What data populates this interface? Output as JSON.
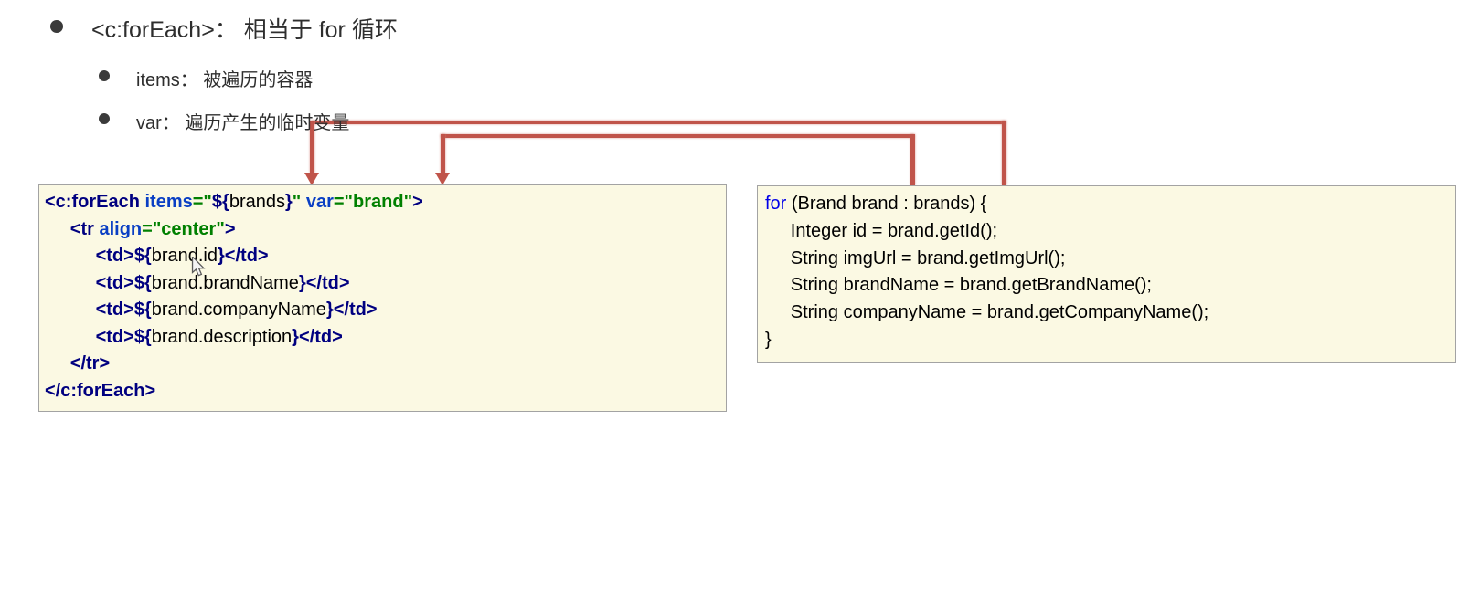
{
  "title": {
    "text": "<c:forEach>： 相当于 for 循环"
  },
  "bullets": [
    {
      "text": "items： 被遍历的容器"
    },
    {
      "text": "var： 遍历产生的临时变量"
    }
  ],
  "jsp_code": {
    "lines": [
      [
        {
          "t": "<c:forEach",
          "c": "tag"
        },
        {
          "t": " items",
          "c": "attr"
        },
        {
          "t": "=\"",
          "c": "val"
        },
        {
          "t": "${",
          "c": "el"
        },
        {
          "t": "brands",
          "c": "pl"
        },
        {
          "t": "}",
          "c": "el"
        },
        {
          "t": "\"",
          "c": "val"
        },
        {
          "t": " var",
          "c": "attr"
        },
        {
          "t": "=\"brand\"",
          "c": "val"
        },
        {
          "t": ">",
          "c": "tag"
        }
      ],
      [
        {
          "t": "     <tr",
          "c": "tag"
        },
        {
          "t": " align",
          "c": "attr"
        },
        {
          "t": "=\"center\"",
          "c": "val"
        },
        {
          "t": ">",
          "c": "tag"
        }
      ],
      [
        {
          "t": "          <td>",
          "c": "tag"
        },
        {
          "t": "${",
          "c": "el"
        },
        {
          "t": "brand.id",
          "c": "pl"
        },
        {
          "t": "}",
          "c": "el"
        },
        {
          "t": "</td>",
          "c": "tag"
        }
      ],
      [
        {
          "t": "          <td>",
          "c": "tag"
        },
        {
          "t": "${",
          "c": "el"
        },
        {
          "t": "brand.brandName",
          "c": "pl"
        },
        {
          "t": "}",
          "c": "el"
        },
        {
          "t": "</td>",
          "c": "tag"
        }
      ],
      [
        {
          "t": "          <td>",
          "c": "tag"
        },
        {
          "t": "${",
          "c": "el"
        },
        {
          "t": "brand.companyName",
          "c": "pl"
        },
        {
          "t": "}",
          "c": "el"
        },
        {
          "t": "</td>",
          "c": "tag"
        }
      ],
      [
        {
          "t": "          <td>",
          "c": "tag"
        },
        {
          "t": "${",
          "c": "el"
        },
        {
          "t": "brand.description",
          "c": "pl"
        },
        {
          "t": "}",
          "c": "el"
        },
        {
          "t": "</td>",
          "c": "tag"
        }
      ],
      [
        {
          "t": "     </tr>",
          "c": "tag"
        }
      ],
      [
        {
          "t": "</c:forEach>",
          "c": "tag"
        }
      ]
    ]
  },
  "java_code": {
    "lines": [
      [
        {
          "t": "for",
          "c": "kw"
        },
        {
          "t": " (Brand brand : brands) {",
          "c": "pl"
        }
      ],
      [
        {
          "t": "     Integer id = brand.getId();",
          "c": "pl"
        }
      ],
      [
        {
          "t": "     String imgUrl = brand.getImgUrl();",
          "c": "pl"
        }
      ],
      [
        {
          "t": "     String brandName = brand.getBrandName();",
          "c": "pl"
        }
      ],
      [
        {
          "t": "     String companyName = brand.getCompanyName();",
          "c": "pl"
        }
      ],
      [
        {
          "t": "}",
          "c": "pl"
        }
      ]
    ]
  },
  "colors": {
    "arrow": "#c0544a",
    "box_bg": "#fbf9e3",
    "box_border": "#a3a3a3",
    "tag_navy": "#000080",
    "attr_blue": "#0a3fc4",
    "value_green": "#008000",
    "keyword_blue": "#0000e8"
  }
}
